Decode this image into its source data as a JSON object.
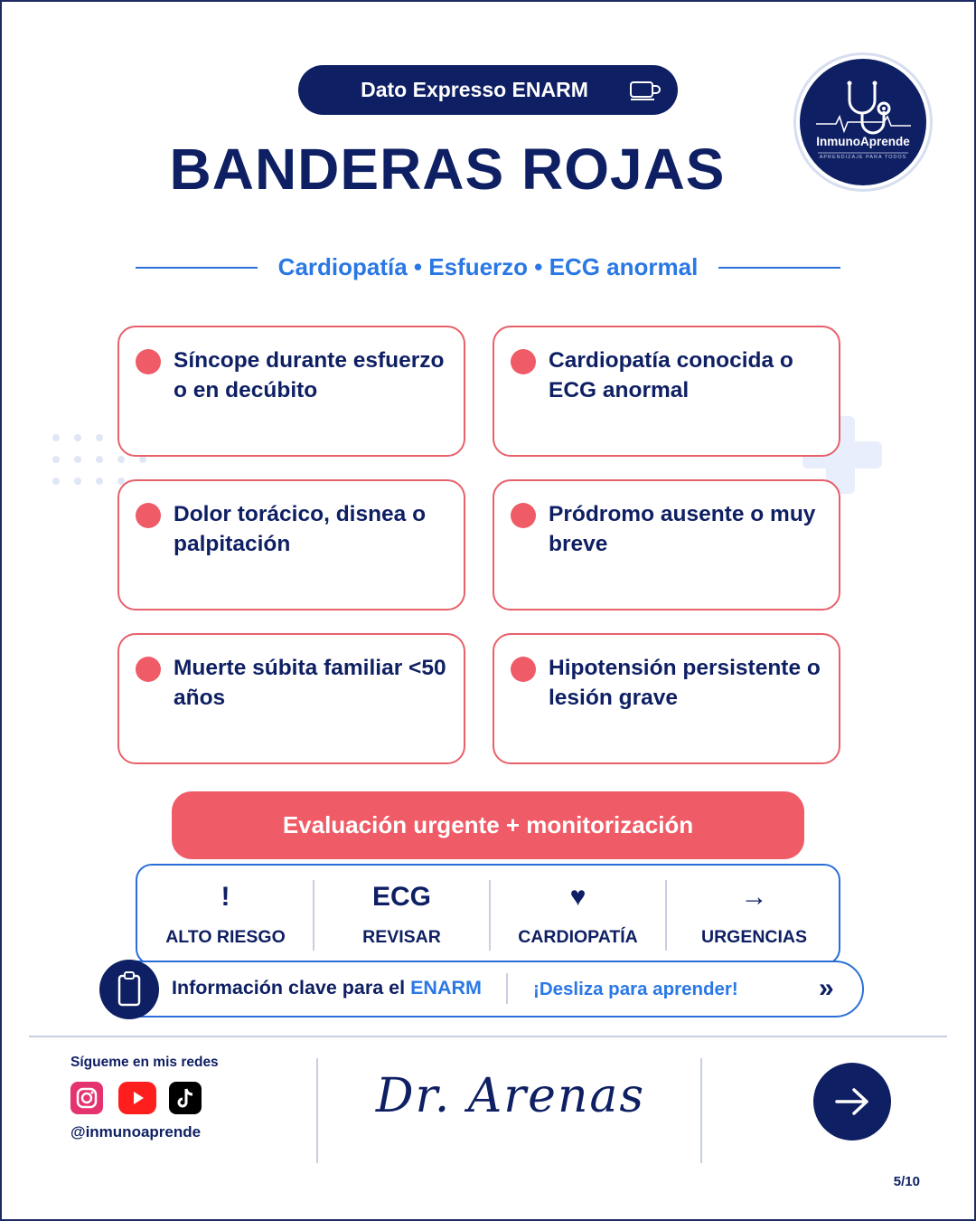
{
  "header": {
    "pill_label": "Dato Expresso ENARM",
    "pill_icon": "coffee-cup-icon",
    "title": "BANDERAS ROJAS",
    "subtitle": "Cardiopatía  •  Esfuerzo  •  ECG anormal"
  },
  "logo": {
    "name": "InmunoAprende",
    "tagline": "APRENDIZAJE PARA TODOS",
    "icon": "stethoscope-icon"
  },
  "cards": [
    {
      "text": "Síncope durante esfuerzo o en decúbito"
    },
    {
      "text": "Cardiopatía conocida o ECG anormal"
    },
    {
      "text": "Dolor torácico, disnea o palpitación"
    },
    {
      "text": "Pródromo ausente o muy breve"
    },
    {
      "text": "Muerte súbita familiar <50 años"
    },
    {
      "text": "Hipotensión persistente o lesión grave"
    }
  ],
  "action": {
    "label": "Evaluación urgente + monitorización"
  },
  "icon_row": [
    {
      "symbol": "!",
      "label": "ALTO RIESGO"
    },
    {
      "symbol": "ECG",
      "label": "REVISAR"
    },
    {
      "symbol": "♥",
      "label": "CARDIOPATÍA"
    },
    {
      "symbol": "→",
      "label": "URGENCIAS"
    }
  ],
  "info_bar": {
    "icon": "clipboard-icon",
    "text": "Información clave para el ",
    "accent": "ENARM",
    "slide": "¡Desliza para aprender!",
    "arrows": "»"
  },
  "footer": {
    "follow_label": "Sígueme en mis redes",
    "social_icons": [
      "instagram-icon",
      "youtube-icon",
      "tiktok-icon"
    ],
    "handle": "@inmunoaprende",
    "signature": "Dr. Arenas",
    "next_icon": "arrow-right-icon",
    "page": "5/10"
  },
  "colors": {
    "navy": "#0e1f63",
    "accent_blue": "#2a78e4",
    "coral": "#ef5b66"
  }
}
